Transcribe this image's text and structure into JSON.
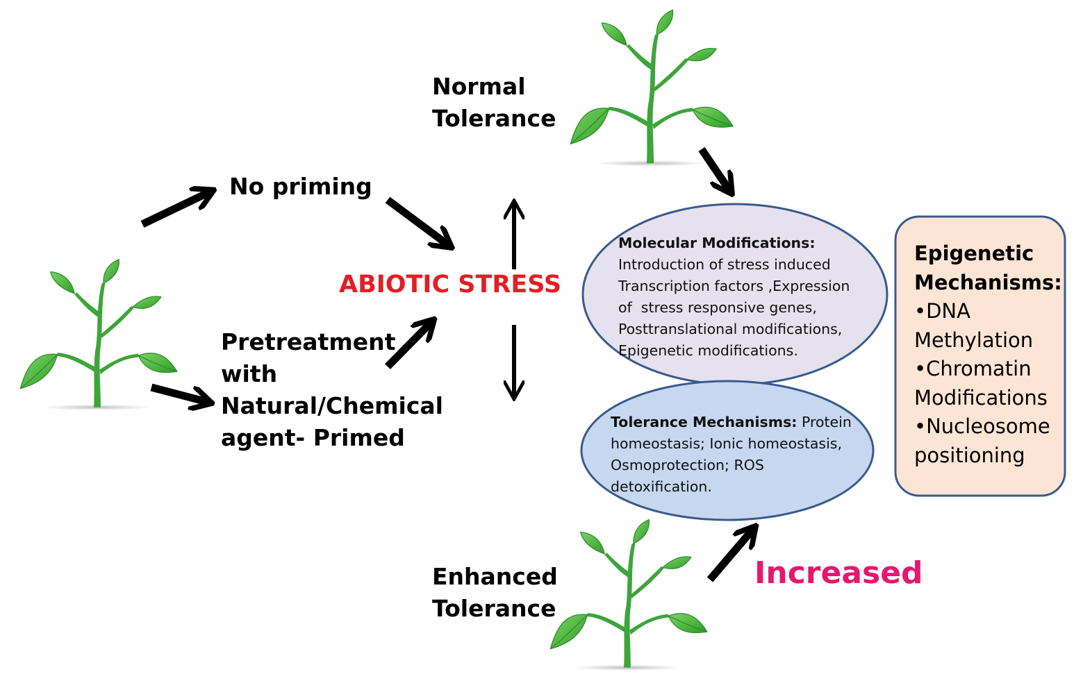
{
  "labels": {
    "normal_tolerance": [
      "Normal",
      "Tolerance"
    ],
    "no_priming": "No priming",
    "abiotic_stress": "ABIOTIC STRESS",
    "pretreatment": [
      "Pretreatment",
      "with",
      "Natural/Chemical",
      "agent- Primed"
    ],
    "enhanced_tolerance": [
      "Enhanced",
      "Tolerance"
    ],
    "increased": "Increased"
  },
  "molecular": {
    "title": "Molecular Modifications:",
    "lines": [
      "Introduction of stress induced",
      "Transcription factors ,Expression",
      "of  stress responsive genes,",
      "Posttranslational modifications,",
      "Epigenetic modifications."
    ]
  },
  "tolerance": {
    "title": "Tolerance Mechanisms:",
    "first_line_rest": " Protein",
    "lines": [
      "homeostasis; Ionic homeostasis,",
      "Osmoprotection; ROS",
      "detoxification."
    ]
  },
  "epigenetic": {
    "title_lines": [
      "Epigenetic",
      "Mechanisms:"
    ],
    "items": [
      "•DNA",
      "Methylation",
      "•Chromatin",
      "Modifications",
      "•Nucleosome",
      "positioning"
    ]
  },
  "icons": [
    "plant-icon",
    "arrow-icon"
  ],
  "colors": {
    "abiotic_stress": "#e31e24",
    "increased": "#e6176e",
    "molecular_oval_fill": "#e5e1ee",
    "tolerance_oval_fill": "#c6d7ef",
    "oval_stroke": "#3a5a8c",
    "epigenetic_box_fill": "#fce5d4",
    "epigenetic_box_stroke": "#3a5a8c",
    "leaf": "#56b948",
    "leaf_dark": "#2e8b2e",
    "stem": "#3da53a"
  }
}
